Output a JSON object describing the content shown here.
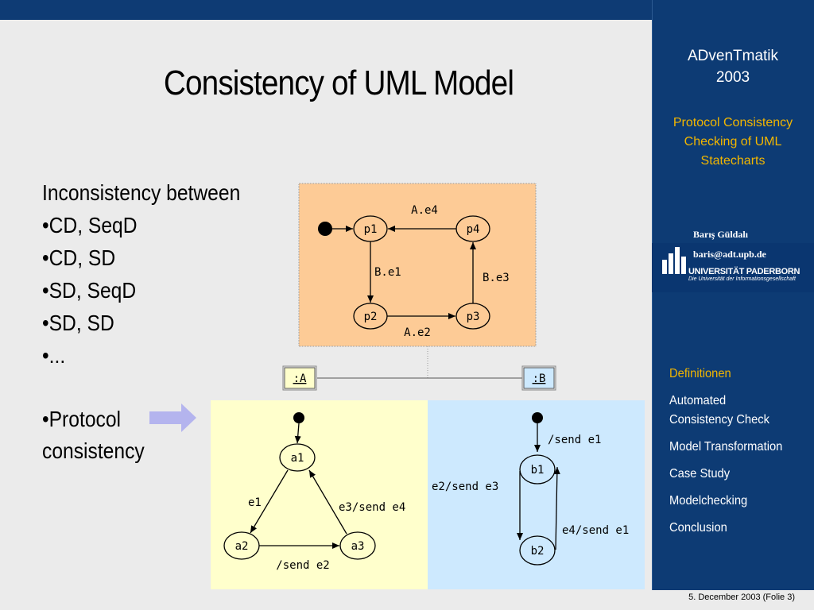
{
  "slide": {
    "title": "Consistency of UML Model",
    "bullets": [
      "Inconsistency between",
      "•CD, SeqD",
      "•CD, SD",
      "•SD, SeqD",
      "•SD, SD",
      "•..."
    ],
    "protocol_line1": "•Protocol",
    "protocol_line2": "consistency"
  },
  "sidebar": {
    "app_title_line1": "ADvenTmatik",
    "app_title_line2": "2003",
    "subtitle_line1": "Protocol Consistency",
    "subtitle_line2": "Checking of UML",
    "subtitle_line3": "Statecharts",
    "author": "Barış Güldalı",
    "email": "baris@adt.upb.de",
    "university": "UNIVERSITÄT PADERBORN",
    "university_sub": "Die Universität der Informationsgesellschaft",
    "nav": {
      "definitionen": "Definitionen",
      "automated_1": "Automated",
      "automated_2": "Consistency Check",
      "model_transformation": "Model Transformation",
      "case_study": "Case Study",
      "modelchecking": "Modelchecking",
      "conclusion": "Conclusion"
    },
    "active_item": "Definitionen"
  },
  "footer": "5. December 2003 (Folie 3)",
  "diagram": {
    "p_states": {
      "p1": "p1",
      "p2": "p2",
      "p3": "p3",
      "p4": "p4"
    },
    "p_transitions": {
      "ae4": "A.e4",
      "be1": "B.e1",
      "be3": "B.e3",
      "ae2": "A.e2"
    },
    "objects": {
      "a": ":A",
      "b": ":B"
    },
    "a_states": {
      "a1": "a1",
      "a2": "a2",
      "a3": "a3"
    },
    "a_transitions": {
      "e1": "e1",
      "e3": "e3/send e4",
      "send_e2": "/send e2"
    },
    "b_states": {
      "b1": "b1",
      "b2": "b2"
    },
    "b_transitions": {
      "send_e1": "/send e1",
      "e2": "e2/send e3",
      "e4": "e4/send e1"
    }
  },
  "colors": {
    "topbar": "#0e3b74",
    "sidebar": "#0d3b74",
    "accent_yellow": "#f2b600",
    "p_panel": "#fdcb96",
    "a_panel": "#ffffcc",
    "b_panel": "#cde9fe",
    "arrow": "#b4b4ee"
  }
}
